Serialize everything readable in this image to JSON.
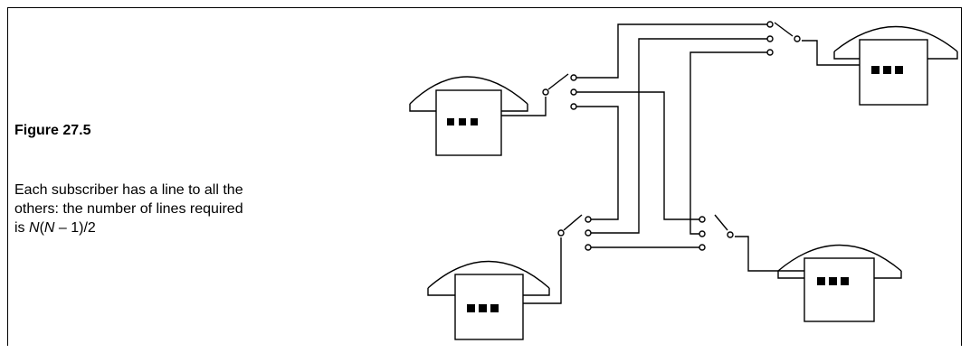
{
  "figure": {
    "title": "Figure 27.5",
    "caption_line1": "Each subscriber has a line to all the",
    "caption_line2": "others: the number of lines required",
    "caption_prefix": "is ",
    "formula_N1": "N",
    "formula_open": "(",
    "formula_N2": "N",
    "formula_rest": " – 1)/2"
  },
  "diagram": {
    "subscriber_count": 4,
    "icon": "telephone-icon",
    "line_color": "#000000"
  }
}
